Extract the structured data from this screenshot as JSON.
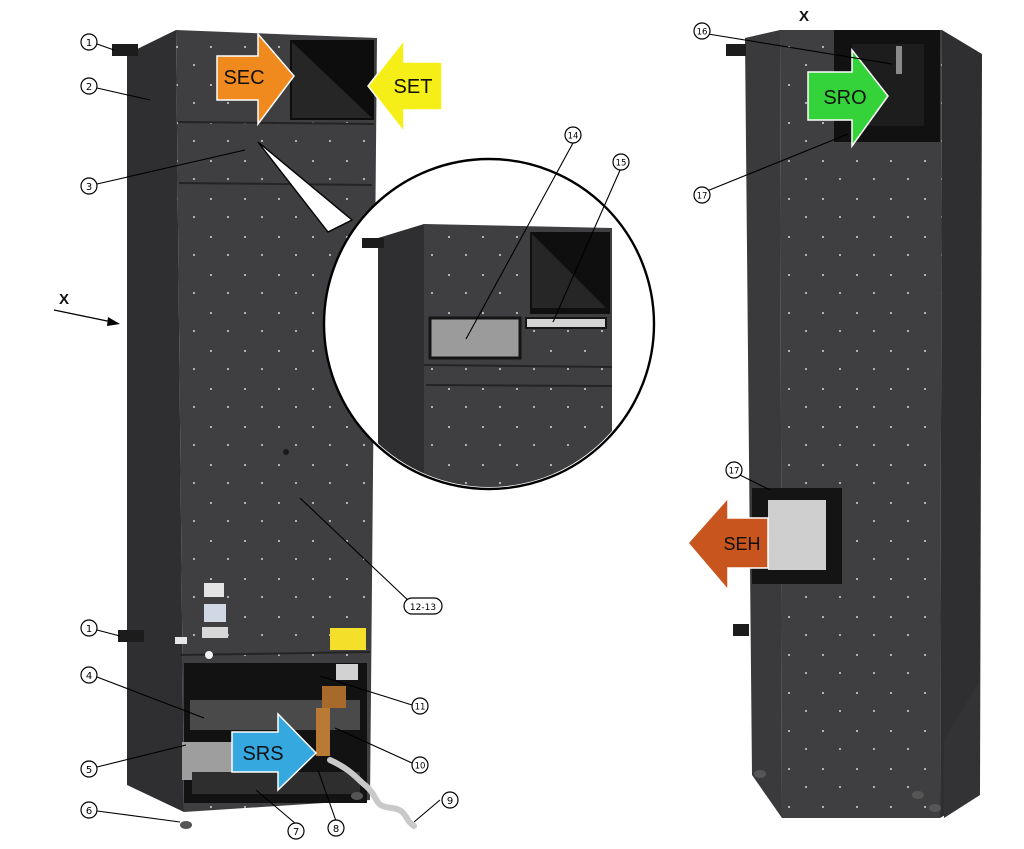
{
  "view_marker": "X",
  "flow_labels": {
    "sec": "SEC",
    "set": "SET",
    "srs": "SRS",
    "sro": "SRO",
    "seh": "SEH"
  },
  "callouts": {
    "c1a": "1",
    "c1b": "1",
    "c2": "2",
    "c3": "3",
    "c4": "4",
    "c5": "5",
    "c6": "6",
    "c7": "7",
    "c8": "8",
    "c9": "9",
    "c10": "10",
    "c11": "11",
    "c12_13": "12-13",
    "c14": "14",
    "c15": "15",
    "c16": "16",
    "c17a": "17",
    "c17b": "17"
  },
  "colors": {
    "cabinet_front": "#3f3f41",
    "cabinet_side": "#2f2f31",
    "sec_arrow": "#f08a1e",
    "set_arrow": "#f6ef17",
    "srs_arrow": "#35a8e0",
    "sro_arrow": "#35d33a",
    "seh_arrow": "#c8551e"
  }
}
